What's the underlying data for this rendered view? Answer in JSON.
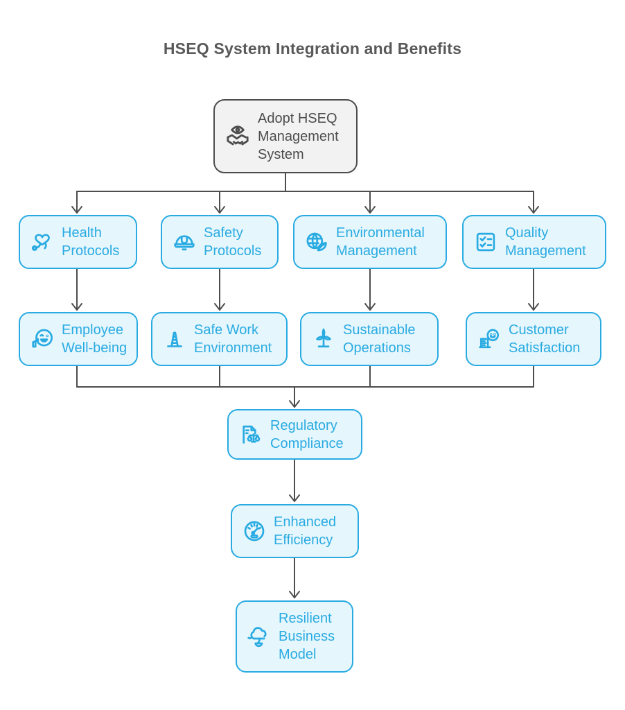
{
  "title": "HSEQ System Integration and Benefits",
  "colors": {
    "accent": "#29ABE2",
    "node_fill": "#E6F6FD",
    "root_fill": "#F2F2F2",
    "root_stroke": "#4D4D4D",
    "root_text": "#4D4D4D",
    "arrow": "#4D4D4D",
    "title_text": "#595959",
    "background": "#FFFFFF"
  },
  "nodes": {
    "root": {
      "label": "Adopt HSEQ\nManagement\nSystem",
      "icon": "supervision-eye-handshake"
    },
    "health": {
      "label": "Health\nProtocols",
      "icon": "heart-stethoscope"
    },
    "safety": {
      "label": "Safety\nProtocols",
      "icon": "hard-hat"
    },
    "environmental": {
      "label": "Environmental\nManagement",
      "icon": "globe-leaf"
    },
    "quality": {
      "label": "Quality\nManagement",
      "icon": "checklist"
    },
    "employee": {
      "label": "Employee\nWell-being",
      "icon": "smiley-thumbs-up"
    },
    "safework": {
      "label": "Safe Work\nEnvironment",
      "icon": "traffic-cone"
    },
    "sustainable": {
      "label": "Sustainable\nOperations",
      "icon": "wind-turbine"
    },
    "customer": {
      "label": "Customer\nSatisfaction",
      "icon": "building-smiley"
    },
    "regulatory": {
      "label": "Regulatory\nCompliance",
      "icon": "document-scales"
    },
    "enhanced": {
      "label": "Enhanced\nEfficiency",
      "icon": "speedometer"
    },
    "resilient": {
      "label": "Resilient\nBusiness\nModel",
      "icon": "resilient-tree-cloud"
    }
  }
}
